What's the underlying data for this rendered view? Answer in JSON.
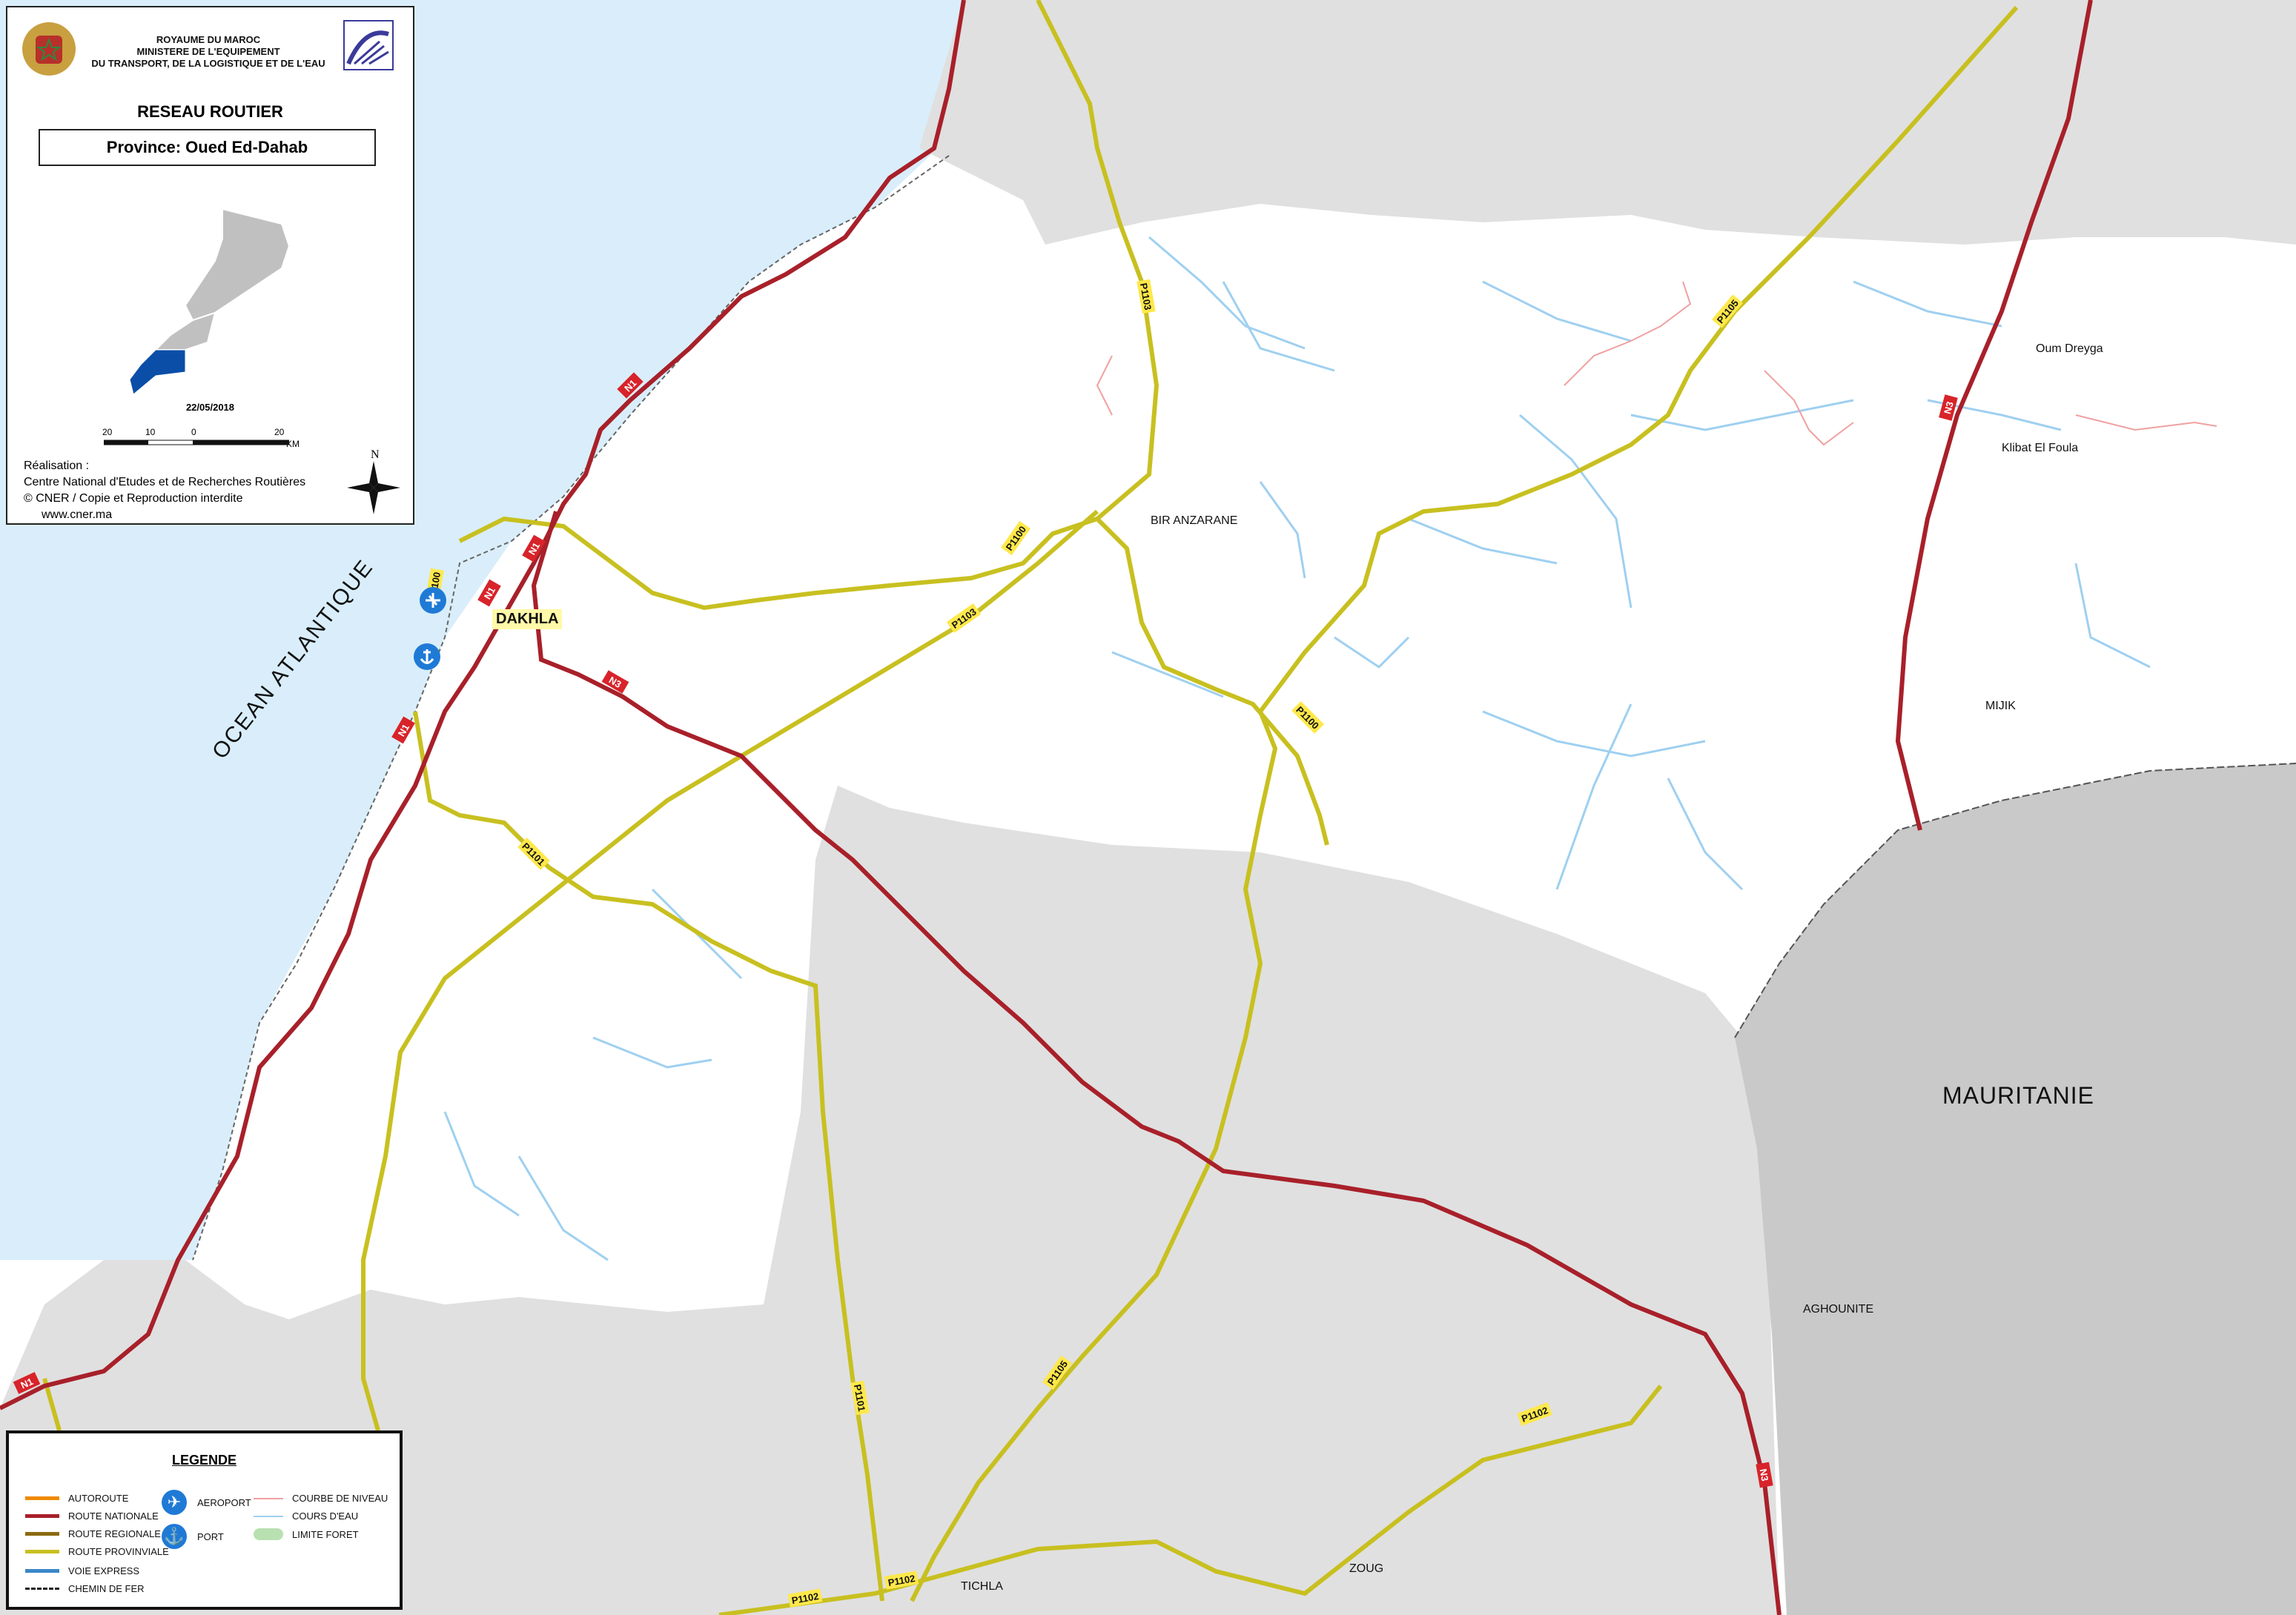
{
  "header": {
    "kingdom": "ROYAUME DU MAROC",
    "ministry": "MINISTERE DE L'EQUIPEMENT",
    "ministry_full": "DU TRANSPORT, DE LA LOGISTIQUE ET DE L'EAU",
    "title": "RESEAU ROUTIER",
    "province": "Province: Oued Ed-Dahab",
    "date": "22/05/2018",
    "scale_labels": [
      "20",
      "10",
      "0",
      "20",
      "KM"
    ],
    "realisation": "Réalisation :",
    "credit_1": "Centre National d'Etudes et de Recherches Routières",
    "credit_2": "© CNER / Copie et Reproduction interdite",
    "credit_url": "www.cner.ma",
    "north": "N"
  },
  "map": {
    "ocean_label": "OCEAN ATLANTIQUE",
    "country_label": "MAURITANIE",
    "capital": "DAKHLA",
    "places": [
      "BIR ANZARANE",
      "Oum Dreyga",
      "Klibat El Foula",
      "MIJIK",
      "AGHOUNITE",
      "TICHLA",
      "ZOUG"
    ],
    "road_labels": [
      "N1",
      "N1",
      "N1",
      "N1",
      "N1",
      "N3",
      "N3",
      "N3",
      "P1100",
      "P1100",
      "P1100",
      "P1101",
      "P1101",
      "P1102",
      "P1102",
      "P1102",
      "P1103",
      "P1105",
      "P1105"
    ],
    "colors": {
      "ocean": "#d9eefa",
      "foreign": "#e0e0e0",
      "mauritania": "#c9c9c9",
      "national": "#a8202a",
      "provincial": "#c8c020",
      "river": "#9fd0f0",
      "contour": "#f0a0a0",
      "province_highlight": "#0a4ea8"
    }
  },
  "legend": {
    "title": "LEGENDE",
    "items": [
      {
        "label": "AUTOROUTE",
        "color": "#f08a00"
      },
      {
        "label": "ROUTE NATIONALE",
        "color": "#a8202a"
      },
      {
        "label": "ROUTE REGIONALE",
        "color": "#8a6a10"
      },
      {
        "label": "ROUTE PROVINVIALE",
        "color": "#c8c020"
      },
      {
        "label": "VOIE EXPRESS",
        "color": "#3a86c8"
      },
      {
        "label": "CHEMIN DE FER",
        "color": "#222222"
      }
    ],
    "symbols": [
      {
        "label": "AEROPORT",
        "icon": "airplane-icon"
      },
      {
        "label": "PORT",
        "icon": "anchor-icon"
      }
    ],
    "other": [
      {
        "label": "COURBE DE NIVEAU",
        "color": "#f0a0a0"
      },
      {
        "label": "COURS D'EAU",
        "color": "#9fd0f0"
      },
      {
        "label": "LIMITE FORET",
        "color": "#b8e0b0"
      }
    ]
  }
}
